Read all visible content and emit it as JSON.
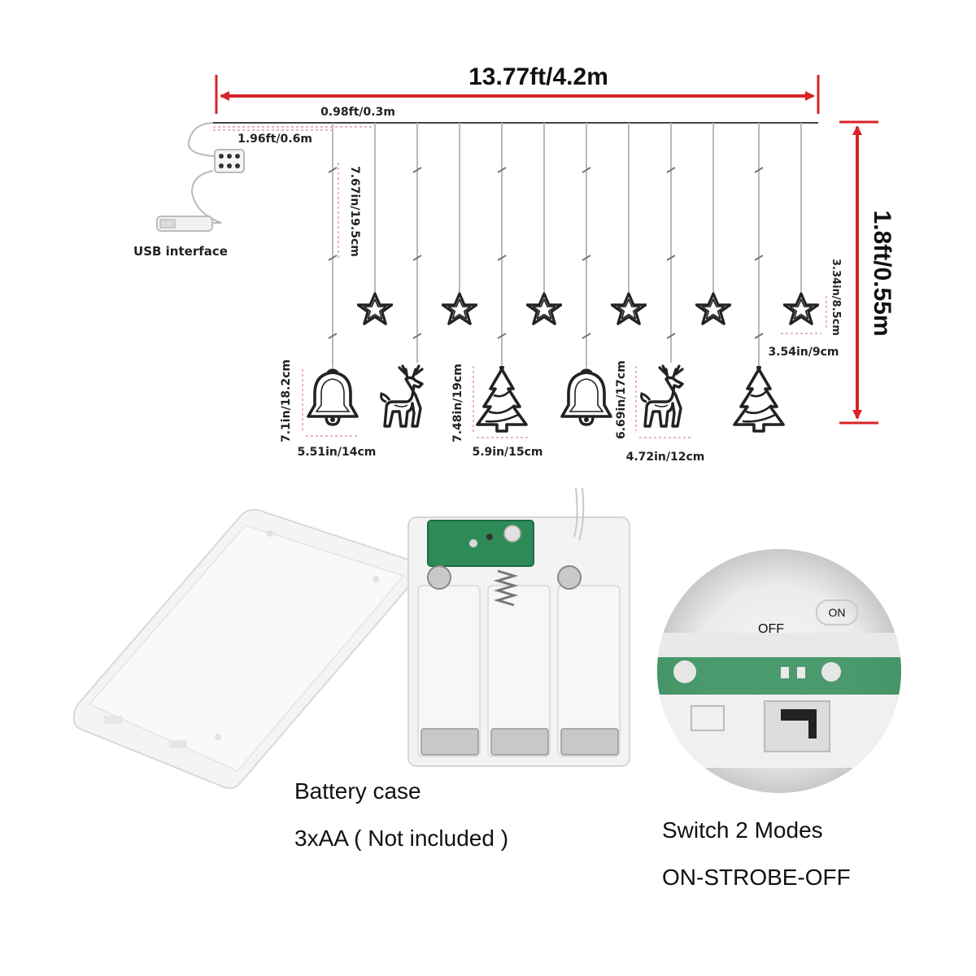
{
  "dimensions": {
    "total_length": "13.77ft/4.2m",
    "height": "1.8ft/0.55m",
    "spacing": "0.98ft/0.3m",
    "lead_wire": "1.96ft/0.6m",
    "drop_length": "7.67in/19.5cm",
    "star_drop": "3.34in/8.5cm",
    "star_width": "3.54in/9cm",
    "bell_height": "7.1in/18.2cm",
    "bell_width": "5.51in/14cm",
    "tree_height": "7.48in/19cm",
    "tree_width": "5.9in/15cm",
    "deer_height": "6.69in/17cm",
    "deer_width": "4.72in/12cm"
  },
  "usb_label": "USB interface",
  "battery": {
    "title": "Battery case",
    "spec": "3xAA ( Not included )"
  },
  "switch": {
    "title": "Switch 2 Modes",
    "modes": "ON-STROBE-OFF",
    "off_label": "OFF",
    "on_label": "ON"
  },
  "colors": {
    "dimension_red": "#d8232a",
    "pcb_green": "#2e8b57"
  }
}
